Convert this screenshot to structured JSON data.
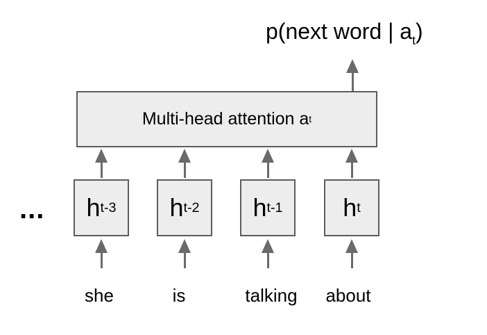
{
  "diagram": {
    "output_label": {
      "prefix": "p(next word | a",
      "sub": "t",
      "suffix": ")"
    },
    "attention_box": {
      "prefix": "Multi-head attention a",
      "sub": "t"
    },
    "ellipsis": "...",
    "columns": [
      {
        "state_base": "h",
        "state_sub": "t-3",
        "word": "she"
      },
      {
        "state_base": "h",
        "state_sub": "t-2",
        "word": "is"
      },
      {
        "state_base": "h",
        "state_sub": "t-1",
        "word": "talking"
      },
      {
        "state_base": "h",
        "state_sub": "t",
        "word": "about"
      }
    ],
    "colors": {
      "background": "#ffffff",
      "box_fill": "#ededed",
      "box_border": "#5c5c5c",
      "arrow": "#6a6a6a",
      "text": "#000000"
    }
  }
}
